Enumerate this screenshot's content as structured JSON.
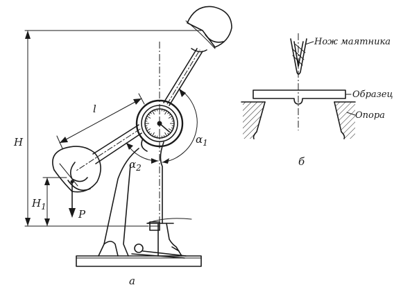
{
  "diagram": {
    "view_a": {
      "caption": "а",
      "labels": {
        "height_H": "H",
        "height_H1": "H",
        "height_H1_sub": "1",
        "length_l": "l",
        "angle_a1": "α",
        "angle_a1_sub": "1",
        "angle_a2": "α",
        "angle_a2_sub": "2",
        "force_P": "P"
      }
    },
    "view_b": {
      "caption": "б",
      "labels": {
        "knife": "Нож маятника",
        "specimen": "Образец",
        "support": "Опора"
      }
    }
  }
}
